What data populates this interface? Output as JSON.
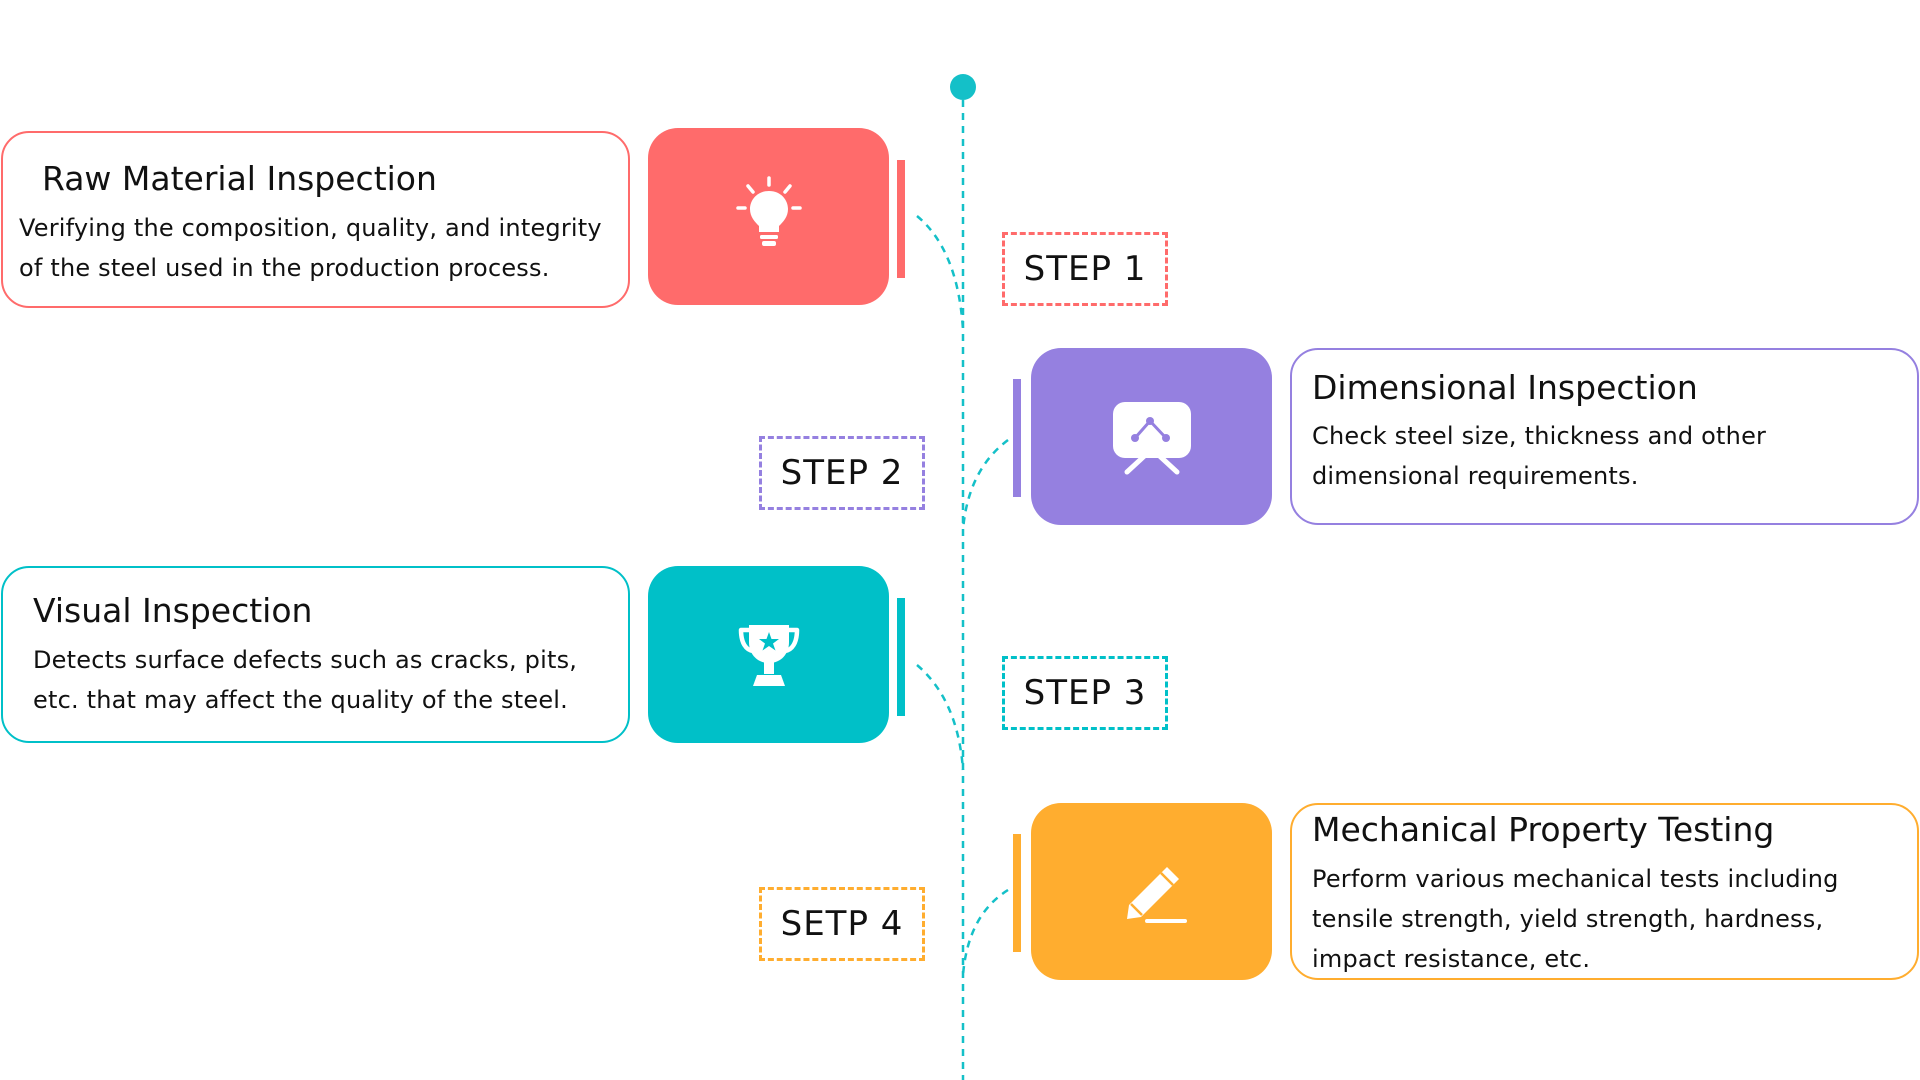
{
  "steps": [
    {
      "label": "STEP 1",
      "title": "Raw Material Inspection",
      "description": "Verifying the composition, quality, and integrity of the steel used in the production process.",
      "icon": "lightbulb-icon",
      "color": "#ff6b6b"
    },
    {
      "label": "STEP 2",
      "title": "Dimensional Inspection",
      "description": "Check steel size, thickness and other dimensional requirements.",
      "icon": "monitor-chart-icon",
      "color": "#9580e0"
    },
    {
      "label": "STEP 3",
      "title": "Visual Inspection",
      "description": "Detects surface defects such as cracks, pits, etc. that may affect the quality of the steel.",
      "icon": "trophy-icon",
      "color": "#00c0c8"
    },
    {
      "label": "SETP 4",
      "title": "Mechanical Property Testing",
      "description": "Perform various mechanical tests including tensile strength, yield strength, hardness, impact resistance, etc.",
      "icon": "pencil-icon",
      "color": "#ffad2f"
    }
  ],
  "timeline_color": "#14c0c8"
}
